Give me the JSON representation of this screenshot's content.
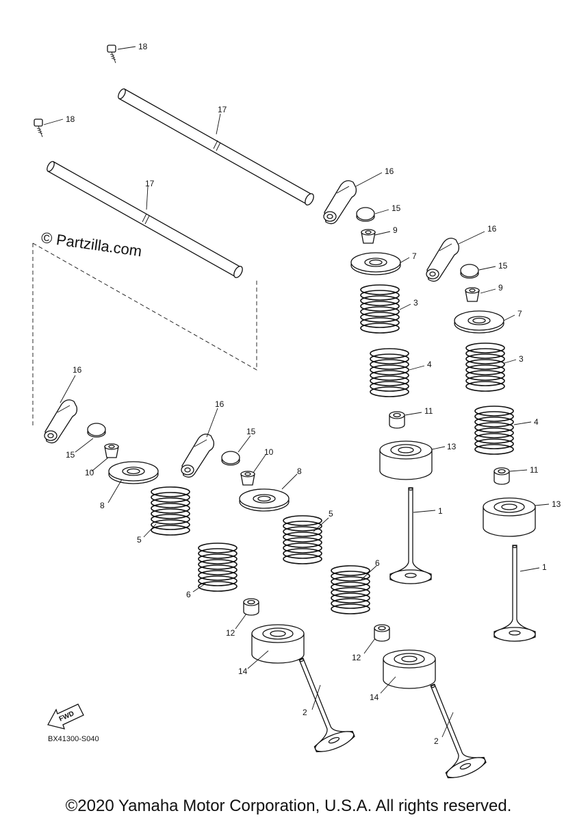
{
  "watermark": "© Partzilla.com",
  "diagram_code": "BX41300-S040",
  "fwd_label": "FWD",
  "copyright": "©2020 Yamaha Motor Corporation, U.S.A. All rights reserved.",
  "callouts": {
    "c18a": "18",
    "c17a": "17",
    "c18b": "18",
    "c17b": "17",
    "c16a": "16",
    "c15a": "15",
    "c9a": "9",
    "c7a": "7",
    "c3a": "3",
    "c4a": "4",
    "c11a": "11",
    "c13a": "13",
    "c1a": "1",
    "c16b": "16",
    "c15b": "15",
    "c9b": "9",
    "c7b": "7",
    "c3b": "3",
    "c4b": "4",
    "c11b": "11",
    "c13b": "13",
    "c1b": "1",
    "c16c": "16",
    "c15c": "15",
    "c10c": "10",
    "c8c": "8",
    "c5c": "5",
    "c6c": "6",
    "c12c": "12",
    "c14c": "14",
    "c2c": "2",
    "c16d": "16",
    "c15d": "15",
    "c10d": "10",
    "c8d": "8",
    "c5d": "5",
    "c6d": "6",
    "c12d": "12",
    "c14d": "14",
    "c2d": "2"
  }
}
